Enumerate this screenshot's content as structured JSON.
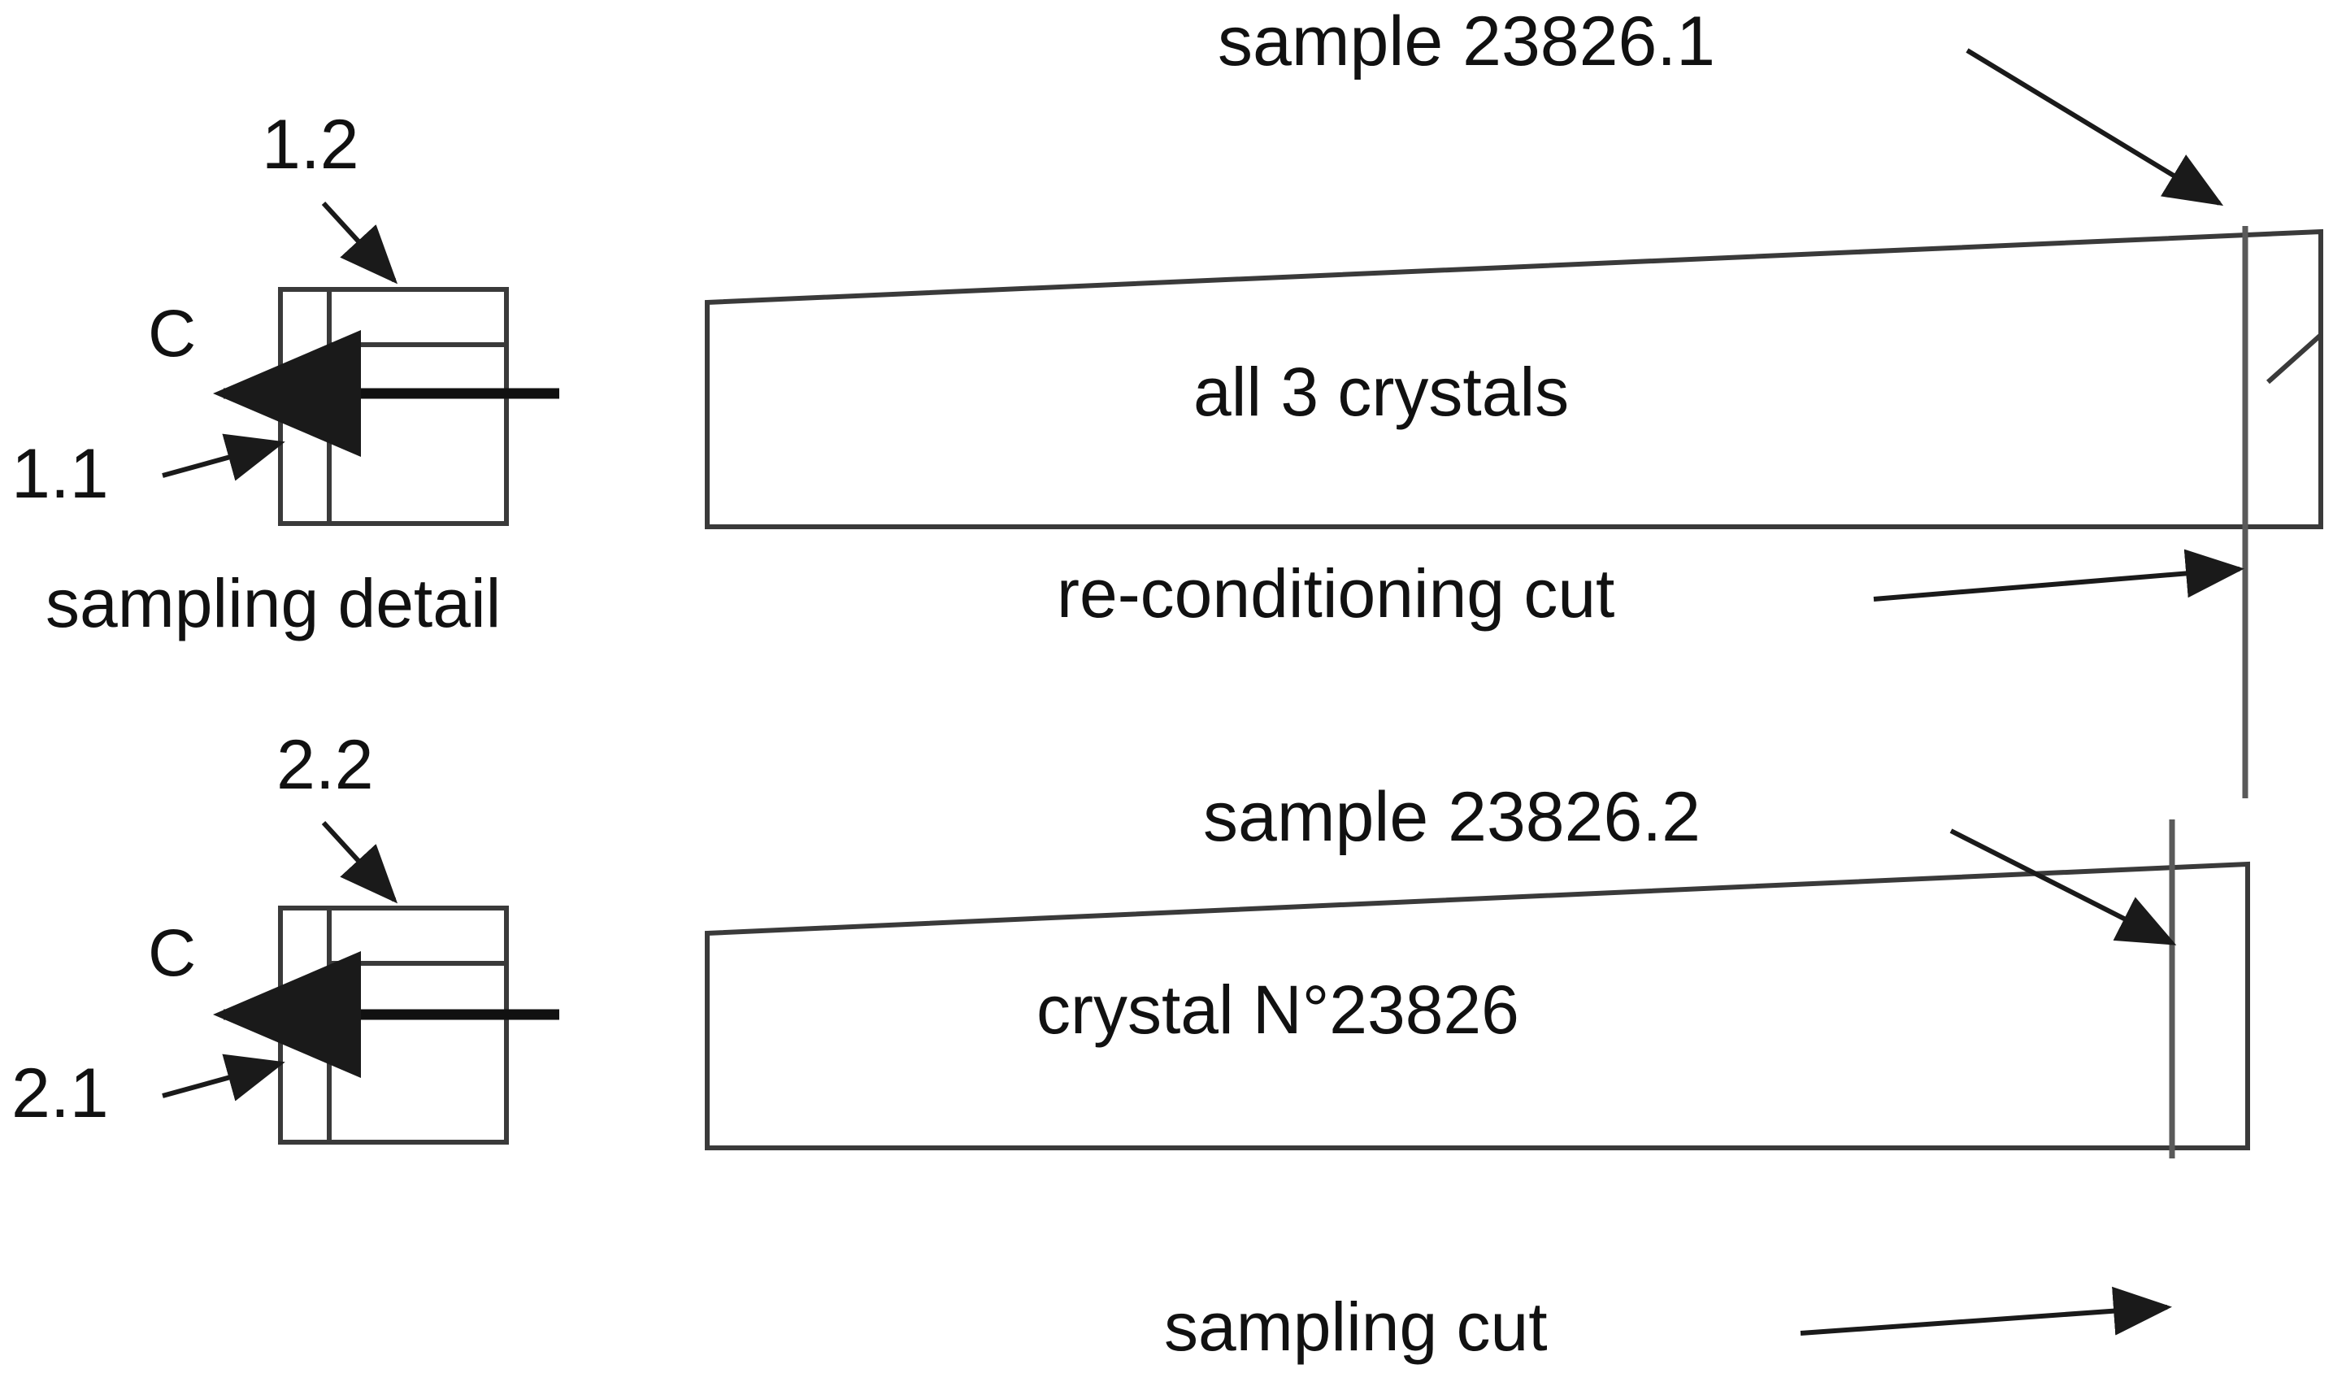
{
  "figure": {
    "type": "engineering-schematic",
    "description": "Crystal sampling and cutting diagram for crystal 23826",
    "background_color": "#ffffff",
    "line_color": "#3a3a3a",
    "text_color": "#111111"
  },
  "labels": {
    "sample_1": "sample 23826.1",
    "sample_2": "sample 23826.2",
    "all_crystals": "all 3  crystals",
    "crystal_number": "crystal N°23826",
    "reconditioning_cut": "re-conditioning cut",
    "sampling_cut": "sampling cut",
    "sampling_detail": "sampling detail",
    "detail_1_1": "1.1",
    "detail_1_2": "1.2",
    "detail_2_1": "2.1",
    "detail_2_2": "2.2",
    "c_axis_top": "C",
    "c_axis_bottom": "C"
  },
  "diagram_data": {
    "rows": [
      {
        "name": "top-row",
        "detail_box": {
          "label_upper": "1.2",
          "label_lower": "1.1",
          "axis_label": "C",
          "caption": "sampling detail"
        },
        "bar_label": "all 3  crystals",
        "callouts": [
          {
            "text": "sample 23826.1",
            "points_to": "right-end-slab"
          },
          {
            "text": "re-conditioning cut",
            "points_to": "vertical-cut-line"
          }
        ]
      },
      {
        "name": "bottom-row",
        "detail_box": {
          "label_upper": "2.2",
          "label_lower": "2.1",
          "axis_label": "C"
        },
        "bar_label": "crystal N°23826",
        "callouts": [
          {
            "text": "sample 23826.2",
            "points_to": "right-end-slab"
          },
          {
            "text": "sampling cut",
            "points_to": "vertical-cut-line"
          }
        ]
      }
    ]
  }
}
